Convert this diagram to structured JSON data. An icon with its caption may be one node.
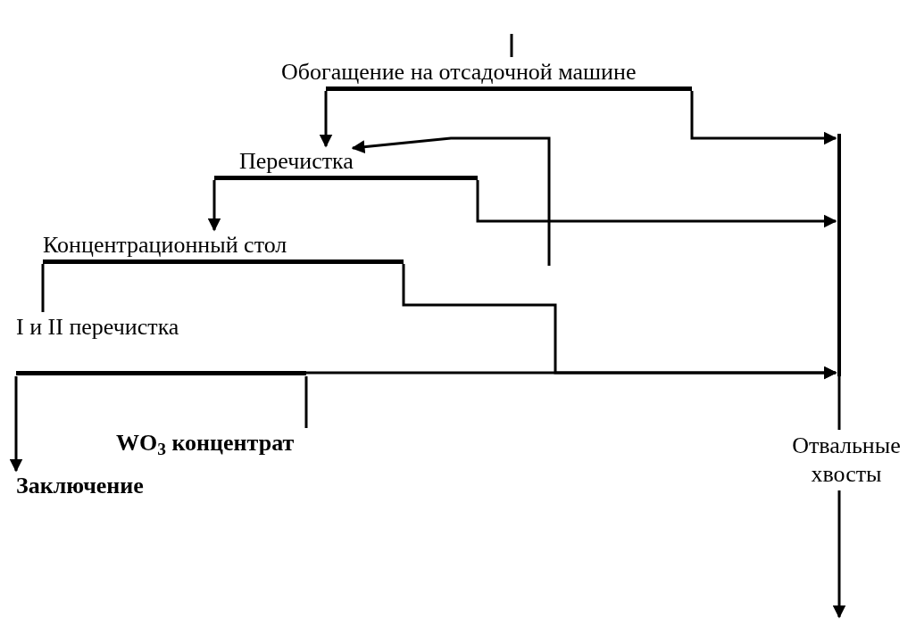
{
  "diagram": {
    "nodes": [
      {
        "text": [
          "Обогащение на отсадочной машине"
        ]
      },
      {
        "text": [
          "Перечистка"
        ]
      },
      {
        "text": [
          "Концентрационный стол"
        ]
      },
      {
        "text": [
          "I и II перечистка"
        ]
      },
      {
        "text": [
          "WO$_{3}$ концентрат"
        ]
      },
      {
        "text": [
          "Заключение"
        ]
      },
      {
        "text": [
          "Отвальные хвосты"
        ]
      },
      {
        "text": [],
        "shape": "bar"
      }
    ],
    "edges": [
      {
        "from": null,
        "to": 0,
        "arrow": "none"
      },
      {
        "from": 0,
        "to": 1,
        "arrow": "to"
      },
      {
        "from": 0,
        "to": 7,
        "arrow": "to"
      },
      {
        "from": null,
        "to": 1,
        "arrow": "to"
      },
      {
        "from": 1,
        "to": 2,
        "arrow": "to"
      },
      {
        "from": 1,
        "to": 7,
        "arrow": "to"
      },
      {
        "from": 2,
        "to": 3,
        "arrow": "none"
      },
      {
        "from": 2,
        "to": 7,
        "arrow": "to"
      },
      {
        "from": 3,
        "to": 7,
        "arrow": "to"
      },
      {
        "from": 3,
        "to": 4,
        "arrow": "none"
      },
      {
        "from": 3,
        "to": 5,
        "arrow": "to"
      },
      {
        "from": 7,
        "to": 6,
        "arrow": "none"
      },
      {
        "from": 6,
        "to": null,
        "arrow": "to"
      }
    ]
  }
}
